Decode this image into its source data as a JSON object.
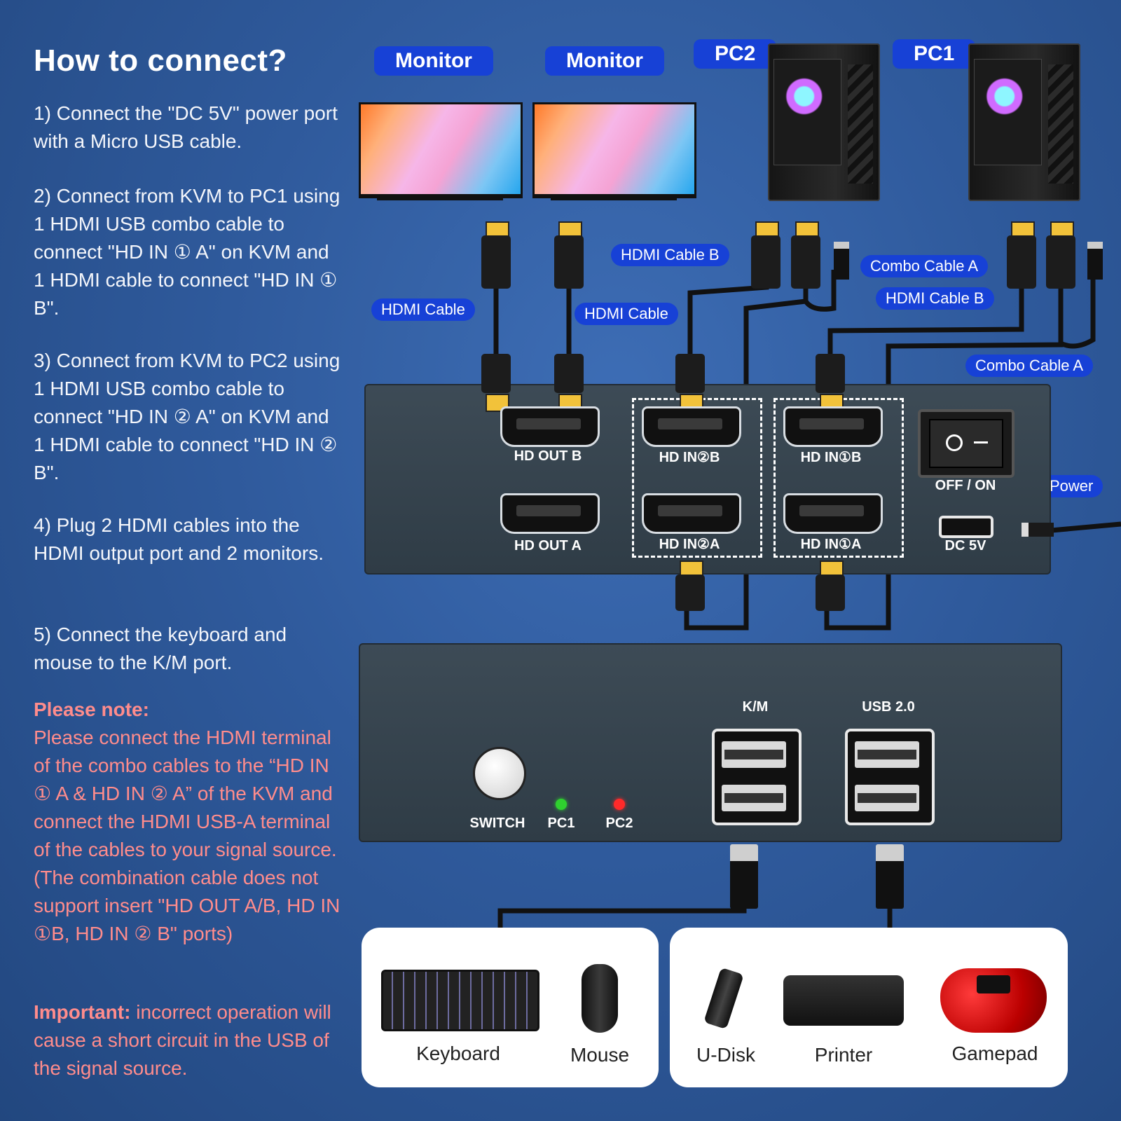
{
  "title": "How to connect?",
  "steps": [
    "1) Connect the \"DC 5V\" power port with a Micro USB cable.",
    "2) Connect from KVM to PC1 using 1 HDMI USB combo cable to connect \"HD IN ① A\" on KVM and 1 HDMI cable to connect \"HD IN ① B\".",
    "3) Connect from KVM to PC2 using 1 HDMI USB combo cable to connect \"HD IN ② A\" on KVM and 1 HDMI cable to connect \"HD IN ② B\".",
    "4) Plug 2 HDMI cables into the HDMI output port and 2 monitors.",
    "5) Connect the keyboard and mouse to the K/M port."
  ],
  "note": {
    "heading": "Please note:",
    "text": "Please connect the HDMI terminal of the combo cables to the “HD IN ① A & HD IN ② A” of the KVM and connect the HDMI USB-A terminal of the cables to your signal source. (The combination cable does not support insert \"HD OUT A/B, HD IN ①B, HD IN ② B\" ports)",
    "important_label": "Important:",
    "important_text": " incorrect operation will cause a short circuit in the USB of the signal source."
  },
  "devices_top": {
    "monitor1": "Monitor",
    "monitor2": "Monitor",
    "pc2": "PC2",
    "pc1": "PC1"
  },
  "cable_labels": {
    "hdmi_cable_left": "HDMI Cable",
    "hdmi_cable_mid": "HDMI Cable",
    "hdmi_cable_b_mid": "HDMI Cable B",
    "combo_cable_a_top": "Combo Cable A",
    "hdmi_cable_b_right": "HDMI Cable B",
    "combo_cable_a_right": "Combo Cable A",
    "power": "Power"
  },
  "kvm_back": {
    "hd_out_b": "HD OUT B",
    "hd_out_a": "HD OUT A",
    "hd_in_2_b": "HD IN②B",
    "hd_in_2_a": "HD IN②A",
    "hd_in_1_b": "HD IN①B",
    "hd_in_1_a": "HD IN①A",
    "switch_label": "OFF  / ON",
    "dc_label": "DC 5V"
  },
  "kvm_front": {
    "switch": "SWITCH",
    "pc1": "PC1",
    "pc2": "PC2",
    "km": "K/M",
    "usb": "USB 2.0",
    "led_pc1_color": "#2fd12f",
    "led_pc2_color": "#ff2a2a"
  },
  "peripherals": {
    "keyboard": "Keyboard",
    "mouse": "Mouse",
    "udisk": "U-Disk",
    "printer": "Printer",
    "gamepad": "Gamepad"
  }
}
